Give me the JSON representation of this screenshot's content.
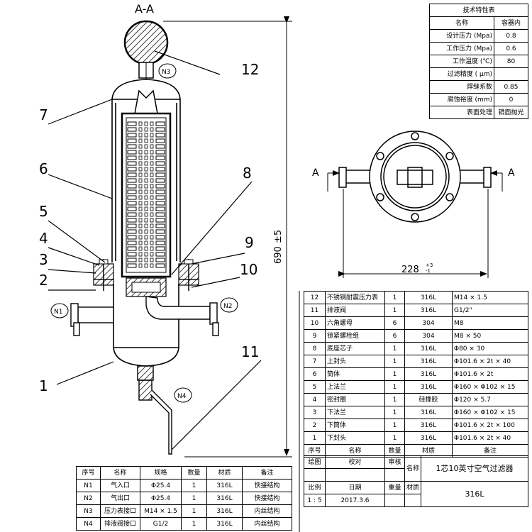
{
  "section_label": "A-A",
  "arrow_a": "A",
  "dim_height": "690 ±5",
  "dim_width": "228",
  "dim_width_tol_up": "+3",
  "dim_width_tol_dn": "-1",
  "callouts": [
    "1",
    "2",
    "3",
    "4",
    "5",
    "6",
    "7",
    "8",
    "9",
    "10",
    "11",
    "12"
  ],
  "nozzle_tags": {
    "n1": "N1",
    "n2": "N2",
    "n3": "N3",
    "n4": "N4"
  },
  "tech_table": {
    "header": "技术特性表",
    "col_name": "名称",
    "col_value": "容器内",
    "rows": [
      {
        "label": "设计压力 (Mpa)",
        "value": "0.8"
      },
      {
        "label": "工作压力 (Mpa)",
        "value": "0.6"
      },
      {
        "label": "工作温度 (℃)",
        "value": "80"
      },
      {
        "label": "过滤精度 ( μm)",
        "value": ""
      },
      {
        "label": "焊缝系数",
        "value": "0.85"
      },
      {
        "label": "腐蚀裕度 (mm)",
        "value": "0"
      },
      {
        "label": "表面处理",
        "value": "镜面抛光"
      }
    ]
  },
  "bom": {
    "rows": [
      {
        "no": "12",
        "name": "不锈钢耐震压力表",
        "qty": "1",
        "material": "316L",
        "note": "M14 × 1.5"
      },
      {
        "no": "11",
        "name": "排液阀",
        "qty": "1",
        "material": "316L",
        "note": "G1/2\""
      },
      {
        "no": "10",
        "name": "六角螺母",
        "qty": "6",
        "material": "304",
        "note": "M8"
      },
      {
        "no": "9",
        "name": "锁紧螺栓组",
        "qty": "6",
        "material": "304",
        "note": "M8 × 50"
      },
      {
        "no": "8",
        "name": "底座芯子",
        "qty": "1",
        "material": "316L",
        "note": "Φ80 × 30"
      },
      {
        "no": "7",
        "name": "上封头",
        "qty": "1",
        "material": "316L",
        "note": "Φ101.6 × 2t × 40"
      },
      {
        "no": "6",
        "name": "筒体",
        "qty": "1",
        "material": "316L",
        "note": "Φ101.6 × 2t"
      },
      {
        "no": "5",
        "name": "上法兰",
        "qty": "1",
        "material": "316L",
        "note": "Φ160 × Φ102 × 15"
      },
      {
        "no": "4",
        "name": "密封圈",
        "qty": "1",
        "material": "硅橡胶",
        "note": "Φ120 × 5.7"
      },
      {
        "no": "3",
        "name": "下法兰",
        "qty": "1",
        "material": "316L",
        "note": "Φ160 × Φ102 × 15"
      },
      {
        "no": "2",
        "name": "下筒体",
        "qty": "1",
        "material": "316L",
        "note": "Φ101.6 × 2t × 100"
      },
      {
        "no": "1",
        "name": "下封头",
        "qty": "1",
        "material": "316L",
        "note": "Φ101.6 × 2t × 40"
      }
    ],
    "header": {
      "no": "序号",
      "name": "名称",
      "qty": "数量",
      "material": "材质",
      "note": "备注"
    }
  },
  "title_block": {
    "draw": "绘图",
    "check": "校对",
    "review": "审核",
    "name_label": "名称",
    "product": "1芯10英寸空气过滤器",
    "ratio_label": "比例",
    "date_label": "日期",
    "weight_label": "重量",
    "material_label": "材质",
    "ratio": "1 : 5",
    "date": "2017.3.6",
    "material": "316L"
  },
  "nozzle_table": {
    "header": {
      "no": "序号",
      "name": "名称",
      "spec": "规格",
      "qty": "数量",
      "material": "材质",
      "note": "备注"
    },
    "rows": [
      {
        "no": "N1",
        "name": "气入口",
        "spec": "Φ25.4",
        "qty": "1",
        "material": "316L",
        "note": "快接结构"
      },
      {
        "no": "N2",
        "name": "气出口",
        "spec": "Φ25.4",
        "qty": "1",
        "material": "316L",
        "note": "快接结构"
      },
      {
        "no": "N3",
        "name": "压力表接口",
        "spec": "M14 × 1.5",
        "qty": "1",
        "material": "316L",
        "note": "内丝结构"
      },
      {
        "no": "N4",
        "name": "排液阀接口",
        "spec": "G1/2",
        "qty": "1",
        "material": "316L",
        "note": "内丝结构"
      }
    ]
  }
}
